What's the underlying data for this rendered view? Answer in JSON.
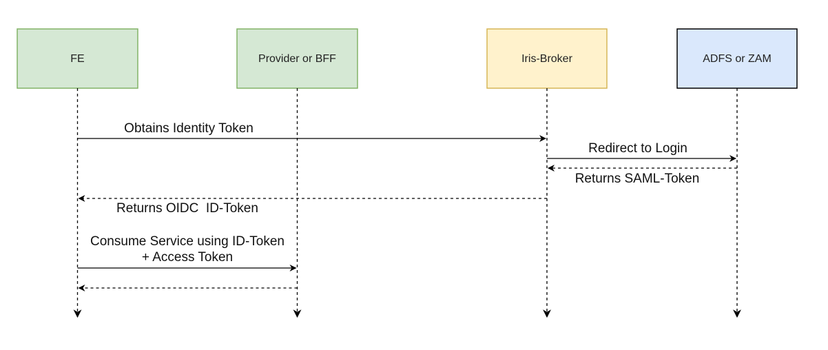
{
  "colors": {
    "fe_fill": "#d5e8d4",
    "fe_stroke": "#82b366",
    "provider_fill": "#d5e8d4",
    "provider_stroke": "#82b366",
    "broker_fill": "#fff2cc",
    "broker_stroke": "#d6b656",
    "adfs_fill": "#dae8fc",
    "adfs_stroke": "#000000",
    "line": "#000000"
  },
  "participants": {
    "fe": "FE",
    "provider": "Provider or BFF",
    "broker": "Iris-Broker",
    "adfs": "ADFS or ZAM"
  },
  "messages": {
    "obtain_identity": "Obtains Identity Token",
    "redirect_login": "Redirect to Login",
    "returns_saml": "Returns SAML-Token",
    "returns_oidc": "Returns OIDC  ID-Token",
    "consume_line1": "Consume Service using ID-Token",
    "consume_line2": "+ Access Token"
  }
}
